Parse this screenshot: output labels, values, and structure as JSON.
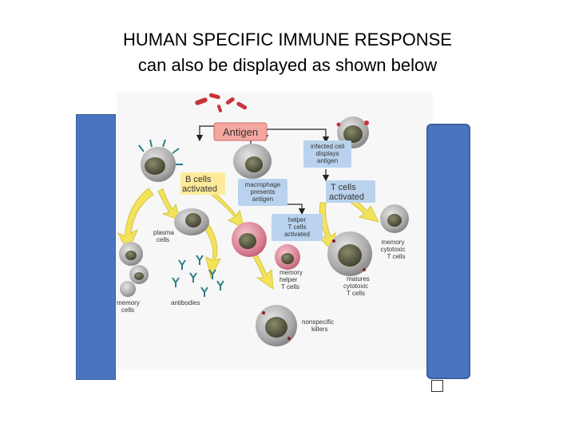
{
  "slide": {
    "title_line1": "HUMAN SPECIFIC IMMUNE RESPONSE",
    "title_line2": "can also be displayed as shown below"
  },
  "diagram": {
    "antigen": "Antigen",
    "infected_cell": [
      "infected cell",
      "displays",
      "antigen"
    ],
    "b_cells": [
      "B cells",
      "activated"
    ],
    "macrophage": [
      "macrophage",
      "presents",
      "antigen"
    ],
    "t_cells": [
      "T cells",
      "activated"
    ],
    "helper_t": [
      "helper",
      "T cells",
      "activated"
    ],
    "plasma_cells": [
      "plasma",
      "cells"
    ],
    "memory_cytotoxic": [
      "memory",
      "cytotoxic",
      "T cells"
    ],
    "memory_helper": [
      "memory",
      "helper",
      "T cells"
    ],
    "matures_cytotoxic": [
      "matures",
      "cytotoxic",
      "T cells"
    ],
    "memory_cells": [
      "memory",
      "cells"
    ],
    "antibodies": "antibodies",
    "nonspecific_killers": [
      "nonspecific",
      "killers"
    ]
  },
  "colors": {
    "panel_blue": "#4a74c0",
    "antigen_box": "#f4a7a0",
    "label_box_blue": "#b9d3ee",
    "label_box_yellow": "#fdeb9a",
    "arrow_yellow": "#f2e25c"
  }
}
